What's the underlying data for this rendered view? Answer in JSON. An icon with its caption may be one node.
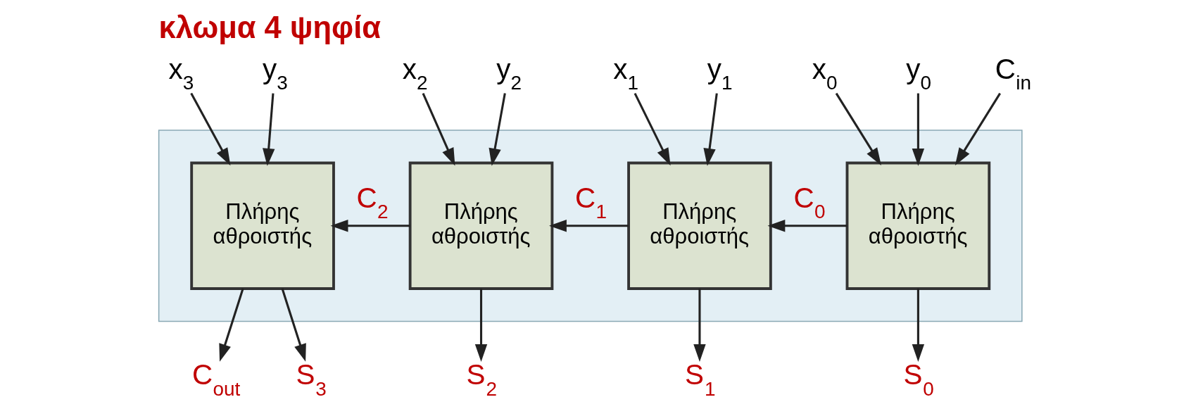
{
  "diagram": {
    "title": "κλωμα 4 ψηφία",
    "nodes": [
      {
        "text": [
          "x$_{3}$"
        ]
      },
      {
        "text": [
          "y$_{3}$"
        ]
      },
      {
        "text": [
          "x$_{2}$"
        ]
      },
      {
        "text": [
          "y$_{2}$"
        ]
      },
      {
        "text": [
          "x$_{1}$"
        ]
      },
      {
        "text": [
          "y$_{1}$"
        ]
      },
      {
        "text": [
          "x$_{0}$"
        ]
      },
      {
        "text": [
          "y$_{0}$"
        ]
      },
      {
        "text": [],
        "shape": "box"
      },
      {
        "text": [
          "Πλήρης αθροιστής"
        ],
        "in": 8
      },
      {
        "text": [
          "Πλήρης αθροιστής"
        ],
        "in": 8
      },
      {
        "text": [
          "Πλήρης αθροιστής"
        ],
        "in": 8
      },
      {
        "text": [
          "Πλήρης αθροιστής"
        ],
        "in": 8
      },
      {
        "text": [
          "C$_{in}$"
        ]
      },
      {
        "text": [
          "C$_{out}$"
        ]
      },
      {
        "text": [
          "S$_{3}$"
        ]
      },
      {
        "text": [
          "S$_{2}$"
        ]
      },
      {
        "text": [
          "S$_{1}$"
        ]
      },
      {
        "text": [
          "S$_{0}$"
        ]
      }
    ],
    "edges": [
      {
        "from": 0,
        "to": 9,
        "arrow": "to"
      },
      {
        "from": 1,
        "to": 9,
        "arrow": "to"
      },
      {
        "from": 2,
        "to": 10,
        "arrow": "to"
      },
      {
        "from": 3,
        "to": 10,
        "arrow": "to"
      },
      {
        "from": 4,
        "to": 11,
        "arrow": "to"
      },
      {
        "from": 5,
        "to": 11,
        "arrow": "to"
      },
      {
        "from": 6,
        "to": 12,
        "arrow": "to"
      },
      {
        "from": 7,
        "to": 12,
        "arrow": "to"
      },
      {
        "from": 13,
        "to": 12,
        "arrow": "to"
      },
      {
        "from": 12,
        "to": 11,
        "arrow": "to",
        "label": "C$_{0}$"
      },
      {
        "from": 11,
        "to": 10,
        "arrow": "to",
        "label": "C$_{1}$"
      },
      {
        "from": 10,
        "to": 9,
        "arrow": "to",
        "label": "C$_{2}$"
      },
      {
        "from": 9,
        "to": 14,
        "arrow": "to"
      },
      {
        "from": 9,
        "to": 15,
        "arrow": "to"
      },
      {
        "from": 10,
        "to": 16,
        "arrow": "to"
      },
      {
        "from": 11,
        "to": 17,
        "arrow": "to"
      },
      {
        "from": 12,
        "to": 18,
        "arrow": "to"
      }
    ]
  }
}
